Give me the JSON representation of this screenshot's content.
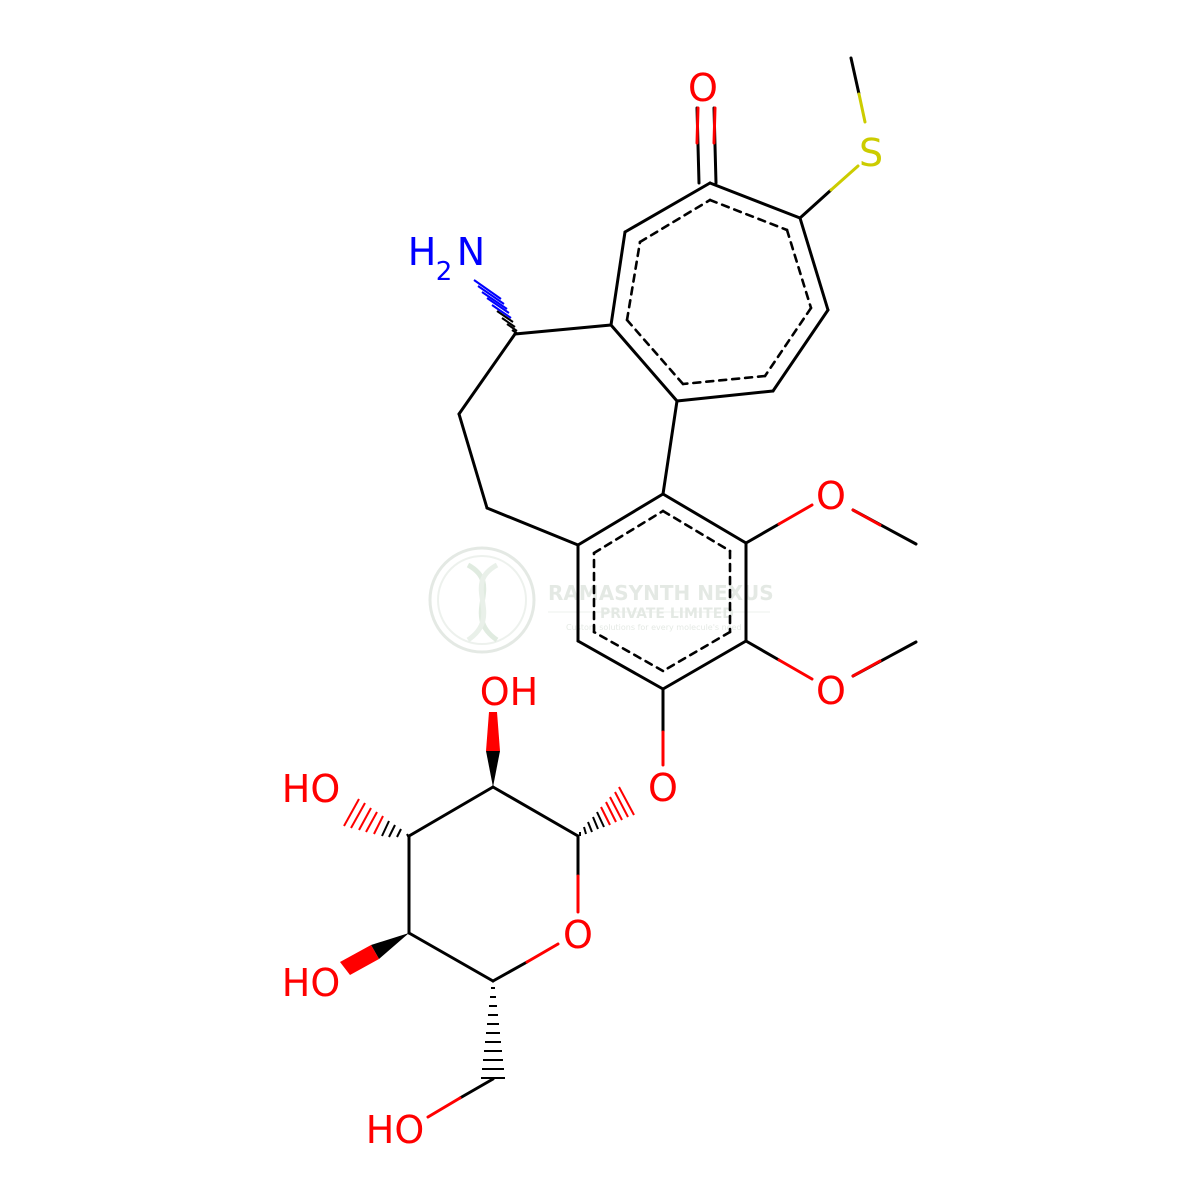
{
  "colors": {
    "bond": "#000000",
    "oxygen": "#ff0000",
    "nitrogen": "#0000ff",
    "sulfur": "#cccc00",
    "watermark": "#cfd8cf"
  },
  "labels": {
    "ketone_o": "O",
    "sulfur": "S",
    "amine_h": "H",
    "amine_sub": "2",
    "amine_n": "N",
    "methoxy1_o": "O",
    "methoxy2_o": "O",
    "glycosidic_o": "O",
    "sugar_oh_top": "OH",
    "sugar_ho_left": "HO",
    "sugar_ring_o": "O",
    "sugar_ho_bottom": "HO",
    "sugar_ho_ch2": "HO"
  },
  "watermark": {
    "line1": "RAMASYNTH NEXUS",
    "line2": "PRIVATE LIMITED",
    "line3": "Custom solutions for every molecule's need",
    "icon": "dna-helix-icon"
  }
}
